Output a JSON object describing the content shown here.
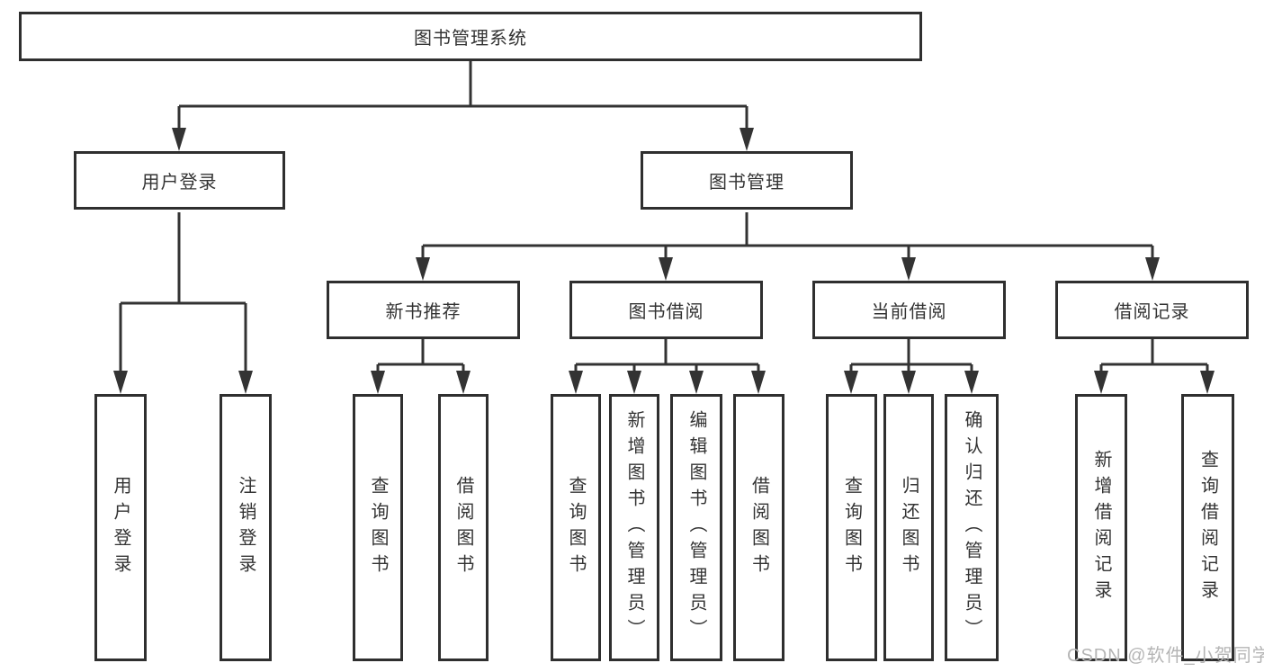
{
  "canvas": {
    "background": "#ffffff",
    "line_color": "#333333",
    "box_border_color": "#2f2f2f",
    "text_color": "#333333"
  },
  "diagram": {
    "root": {
      "label": "图书管理系统"
    },
    "children": [
      {
        "label": "用户登录",
        "children": [
          {
            "label": "用户登录"
          },
          {
            "label": "注销登录"
          }
        ]
      },
      {
        "label": "图书管理",
        "children": [
          {
            "label": "新书推荐",
            "children": [
              {
                "label": "查询图书"
              },
              {
                "label": "借阅图书"
              }
            ]
          },
          {
            "label": "图书借阅",
            "children": [
              {
                "label": "查询图书"
              },
              {
                "label": "新增图书（管理员）"
              },
              {
                "label": "编辑图书（管理员）"
              },
              {
                "label": "借阅图书"
              }
            ]
          },
          {
            "label": "当前借阅",
            "children": [
              {
                "label": "查询图书"
              },
              {
                "label": "归还图书"
              },
              {
                "label": "确认归还（管理员）"
              }
            ]
          },
          {
            "label": "借阅记录",
            "children": [
              {
                "label": "新增借阅记录"
              },
              {
                "label": "查询借阅记录"
              }
            ]
          }
        ]
      }
    ]
  },
  "watermark": {
    "text": "CSDN @软件_小贺同学",
    "color": "#b5b5b5"
  }
}
